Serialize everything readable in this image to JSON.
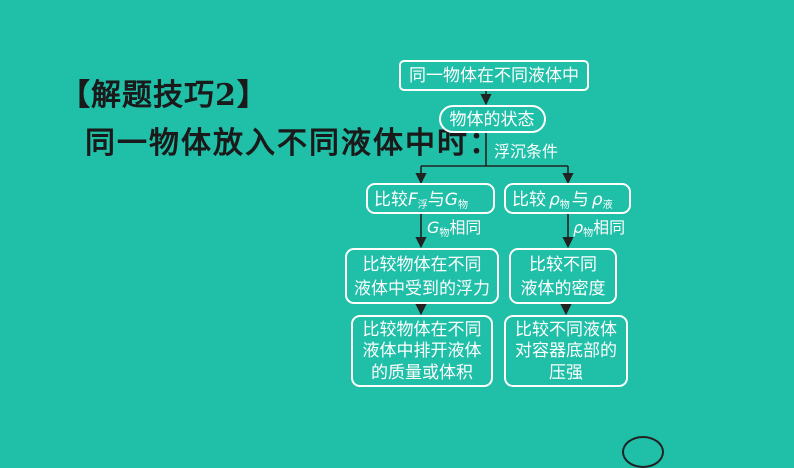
{
  "heading": "【解题技巧2】",
  "subheading": "同一物体放入不同液体中时：",
  "nodes": {
    "top": "同一物体在不同液体中",
    "state": "物体的状态",
    "cmp_left_prefix": "比较",
    "cmp_left_F": "F",
    "cmp_left_F_sub": "浮",
    "cmp_left_mid": "与",
    "cmp_left_G": "G",
    "cmp_left_G_sub": "物",
    "cmp_right_prefix": "比较",
    "cmp_right_rho1": "ρ",
    "cmp_right_rho1_sub": "物",
    "cmp_right_mid": "与",
    "cmp_right_rho2": "ρ",
    "cmp_right_rho2_sub": "液",
    "buoy_line1": "比较物体在不同",
    "buoy_line2": "液体中受到的浮力",
    "density_line1": "比较不同",
    "density_line2": "液体的密度",
    "disp_line1": "比较物体在不同",
    "disp_line2": "液体中排开液体",
    "disp_line3": "的质量或体积",
    "press_line1": "比较不同液体",
    "press_line2": "对容器底部的",
    "press_line3": "压强"
  },
  "edges": {
    "float_sink": "浮沉条件",
    "g_same_sym": "G",
    "g_same_sub": "物",
    "g_same_text": "相同",
    "rho_same_sym": "ρ",
    "rho_same_sub": "物",
    "rho_same_text": "相同"
  }
}
